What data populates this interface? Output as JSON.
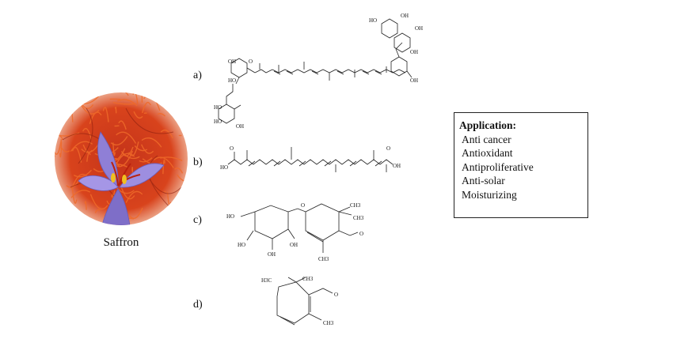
{
  "photo": {
    "caption": "Saffron",
    "colors": {
      "stigma": "#d8431c",
      "petal": "#8f7fd6",
      "stamen": "#f0c020"
    }
  },
  "structures": [
    {
      "id": "a",
      "label": "a)"
    },
    {
      "id": "b",
      "label": "b)"
    },
    {
      "id": "c",
      "label": "c)"
    },
    {
      "id": "d",
      "label": "d)"
    }
  ],
  "atoms": {
    "oh": "OH",
    "ho": "HO",
    "o": "O",
    "ch3": "CH3",
    "h3c": "H3C"
  },
  "application": {
    "title": "Application:",
    "items": [
      "Anti cancer",
      "Antioxidant",
      "Antiproliferative",
      "Anti-solar",
      "Moisturizing"
    ]
  }
}
